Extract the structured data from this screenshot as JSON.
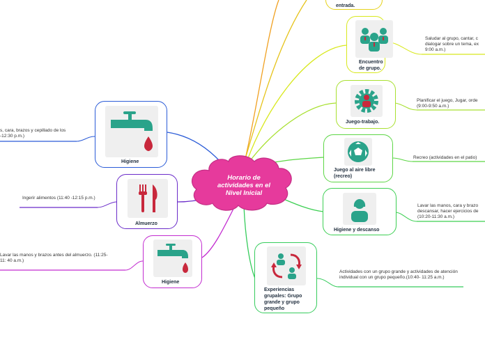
{
  "center": {
    "title": "Horario de actividades en el Nivel Inicial",
    "color": "#e63a9c"
  },
  "nodes": [
    {
      "id": "entrada",
      "label": "entrada.",
      "icon": "",
      "color": "#e6d21a",
      "note": ""
    },
    {
      "id": "encuentro",
      "label": "Encuentro de grupo.",
      "icon": "group-people-icon",
      "color": "#d8e81c",
      "note": "Saludar al grupo, cantar, c dialogar sobre un tema, ex 9:00 a.m.)"
    },
    {
      "id": "juego-trabajo",
      "label": "Juego-trabajo.",
      "icon": "gear-person-icon",
      "color": "#a8e030",
      "note": "Planificar el juego, Jugar, orde (9:00-9:50 a.m.)"
    },
    {
      "id": "aire-libre",
      "label": "Juego al aire libre (recreo)",
      "icon": "soccer-ball-icon",
      "color": "#5cd645",
      "note": "Recreo (actividades en el patio)"
    },
    {
      "id": "higiene-descanso",
      "label": "Higiene y descanso",
      "icon": "woman-person-icon",
      "color": "#3ccf52",
      "note": "Lavar las manos, cara y brazo descansar, hacer ejercicios de (10:20-11:30 a.m.)"
    },
    {
      "id": "experiencias",
      "label": "Experiencias grupales: Grupo grande y grupo pequeño",
      "icon": "group-cycle-icon",
      "color": "#36cc5c",
      "note": "Actividades con un grupo grande y actividades de atención individual con un grupo pequeño.(10:40- 11:25 a.m.)"
    },
    {
      "id": "higiene-1",
      "label": "Higiene",
      "icon": "water-tap-icon",
      "color": "#2a5bd7",
      "note": "s, cara, brazos y cepillado de los -12:30 p.m.)"
    },
    {
      "id": "almuerzo",
      "label": "Almuerzo",
      "icon": "fork-knife-icon",
      "color": "#6a2bc9",
      "note": "Ingerir alimentos (11:40 -12:15 p.m.)"
    },
    {
      "id": "higiene-2",
      "label": "Higiene",
      "icon": "water-tap-icon",
      "color": "#c22bd0",
      "note": "Lavar las manos y brazos antes del almuerzo. (11:25- 11: 40 a.m.)"
    }
  ]
}
